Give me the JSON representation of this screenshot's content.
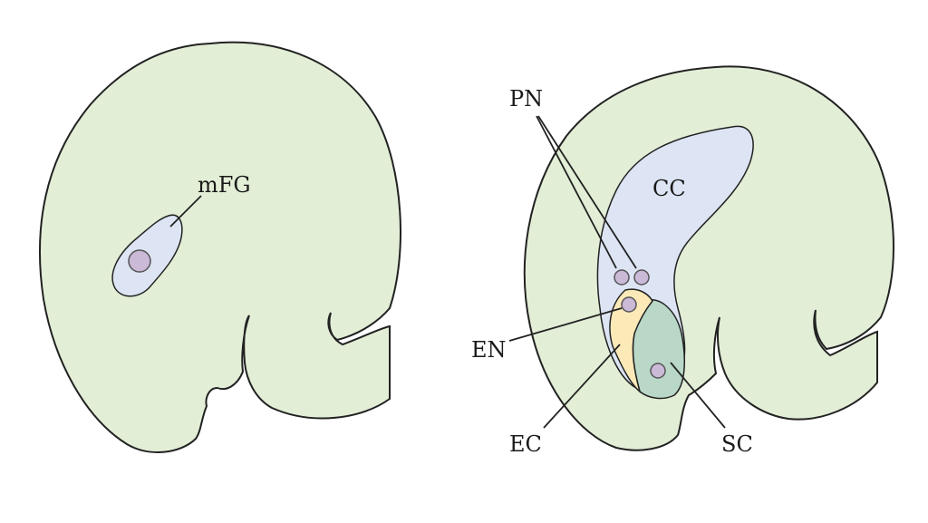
{
  "colors": {
    "ovule_fill": "#e2eed6",
    "cell_fill": "#dde5f4",
    "nucleus_fill": "#cbb9d8",
    "ec_fill": "#fbe9b8",
    "sc_fill": "#b9d8c8",
    "stroke": "#222222"
  },
  "left_panel": {
    "label_mfg": "mFG"
  },
  "right_panel": {
    "label_pn": "PN",
    "label_cc": "CC",
    "label_en": "EN",
    "label_ec": "EC",
    "label_sc": "SC"
  }
}
